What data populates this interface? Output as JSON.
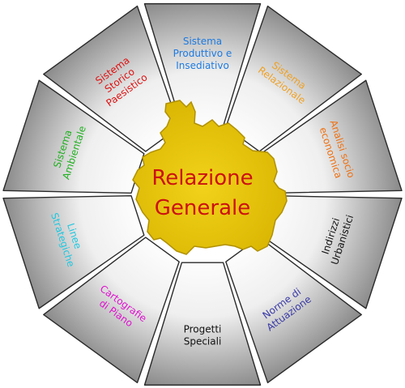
{
  "center": {
    "line1": "Relazione",
    "line2": "Generale",
    "color": "#cc1111",
    "map_fill": "#e8c400",
    "map_stroke": "#b09000"
  },
  "segments": [
    {
      "id": "sistema-produttivo",
      "lines": [
        "Sistema",
        "Produttivo e",
        "Insediativo"
      ],
      "color": "#1e7be0"
    },
    {
      "id": "sistema-relazionale",
      "lines": [
        "Sistema",
        "Relazionale"
      ],
      "color": "#f0a020"
    },
    {
      "id": "analisi-socio-economica",
      "lines": [
        "Analisi socio",
        "economica"
      ],
      "color": "#f07010"
    },
    {
      "id": "indirizzi-urbanistici",
      "lines": [
        "Indirizzi",
        "Urbanistici"
      ],
      "color": "#111111"
    },
    {
      "id": "norme-di-attuazione",
      "lines": [
        "Norme di",
        "Attuazione"
      ],
      "color": "#3a3aa8"
    },
    {
      "id": "progetti-speciali",
      "lines": [
        "Progetti",
        "Speciali"
      ],
      "color": "#111111"
    },
    {
      "id": "cartografie-di-piano",
      "lines": [
        "Cartografie",
        "di Piano"
      ],
      "color": "#e010d0"
    },
    {
      "id": "linee-strategiche",
      "lines": [
        "Linee",
        "Strategiche"
      ],
      "color": "#20c8e0"
    },
    {
      "id": "sistema-ambientale",
      "lines": [
        "Sistema",
        "Ambientale"
      ],
      "color": "#20b020"
    },
    {
      "id": "sistema-storico-paesistico",
      "lines": [
        "Sistema",
        "Storico",
        "Paesistico"
      ],
      "color": "#e01010"
    }
  ]
}
